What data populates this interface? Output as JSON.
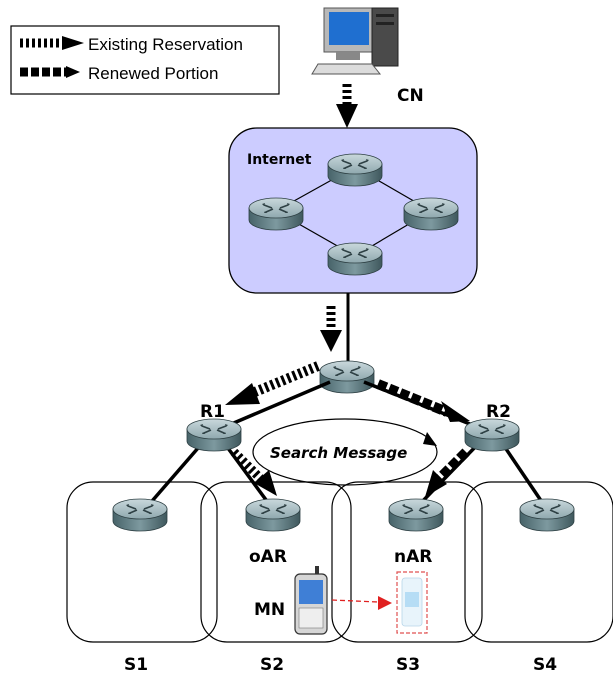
{
  "legend": {
    "existing": "Existing Reservation",
    "renewed": "Renewed Portion"
  },
  "labels": {
    "cn": "CN",
    "internet": "Internet",
    "r1": "R1",
    "r2": "R2",
    "search": "Search Message",
    "oar": "oAR",
    "nar": "nAR",
    "mn": "MN",
    "s1": "S1",
    "s2": "S2",
    "s3": "S3",
    "s4": "S4"
  },
  "colors": {
    "internet_fill": "#ccccff",
    "router_body": "#5f7f85",
    "router_top": "#a9bfc4",
    "handoff_arrow": "#e02020"
  }
}
